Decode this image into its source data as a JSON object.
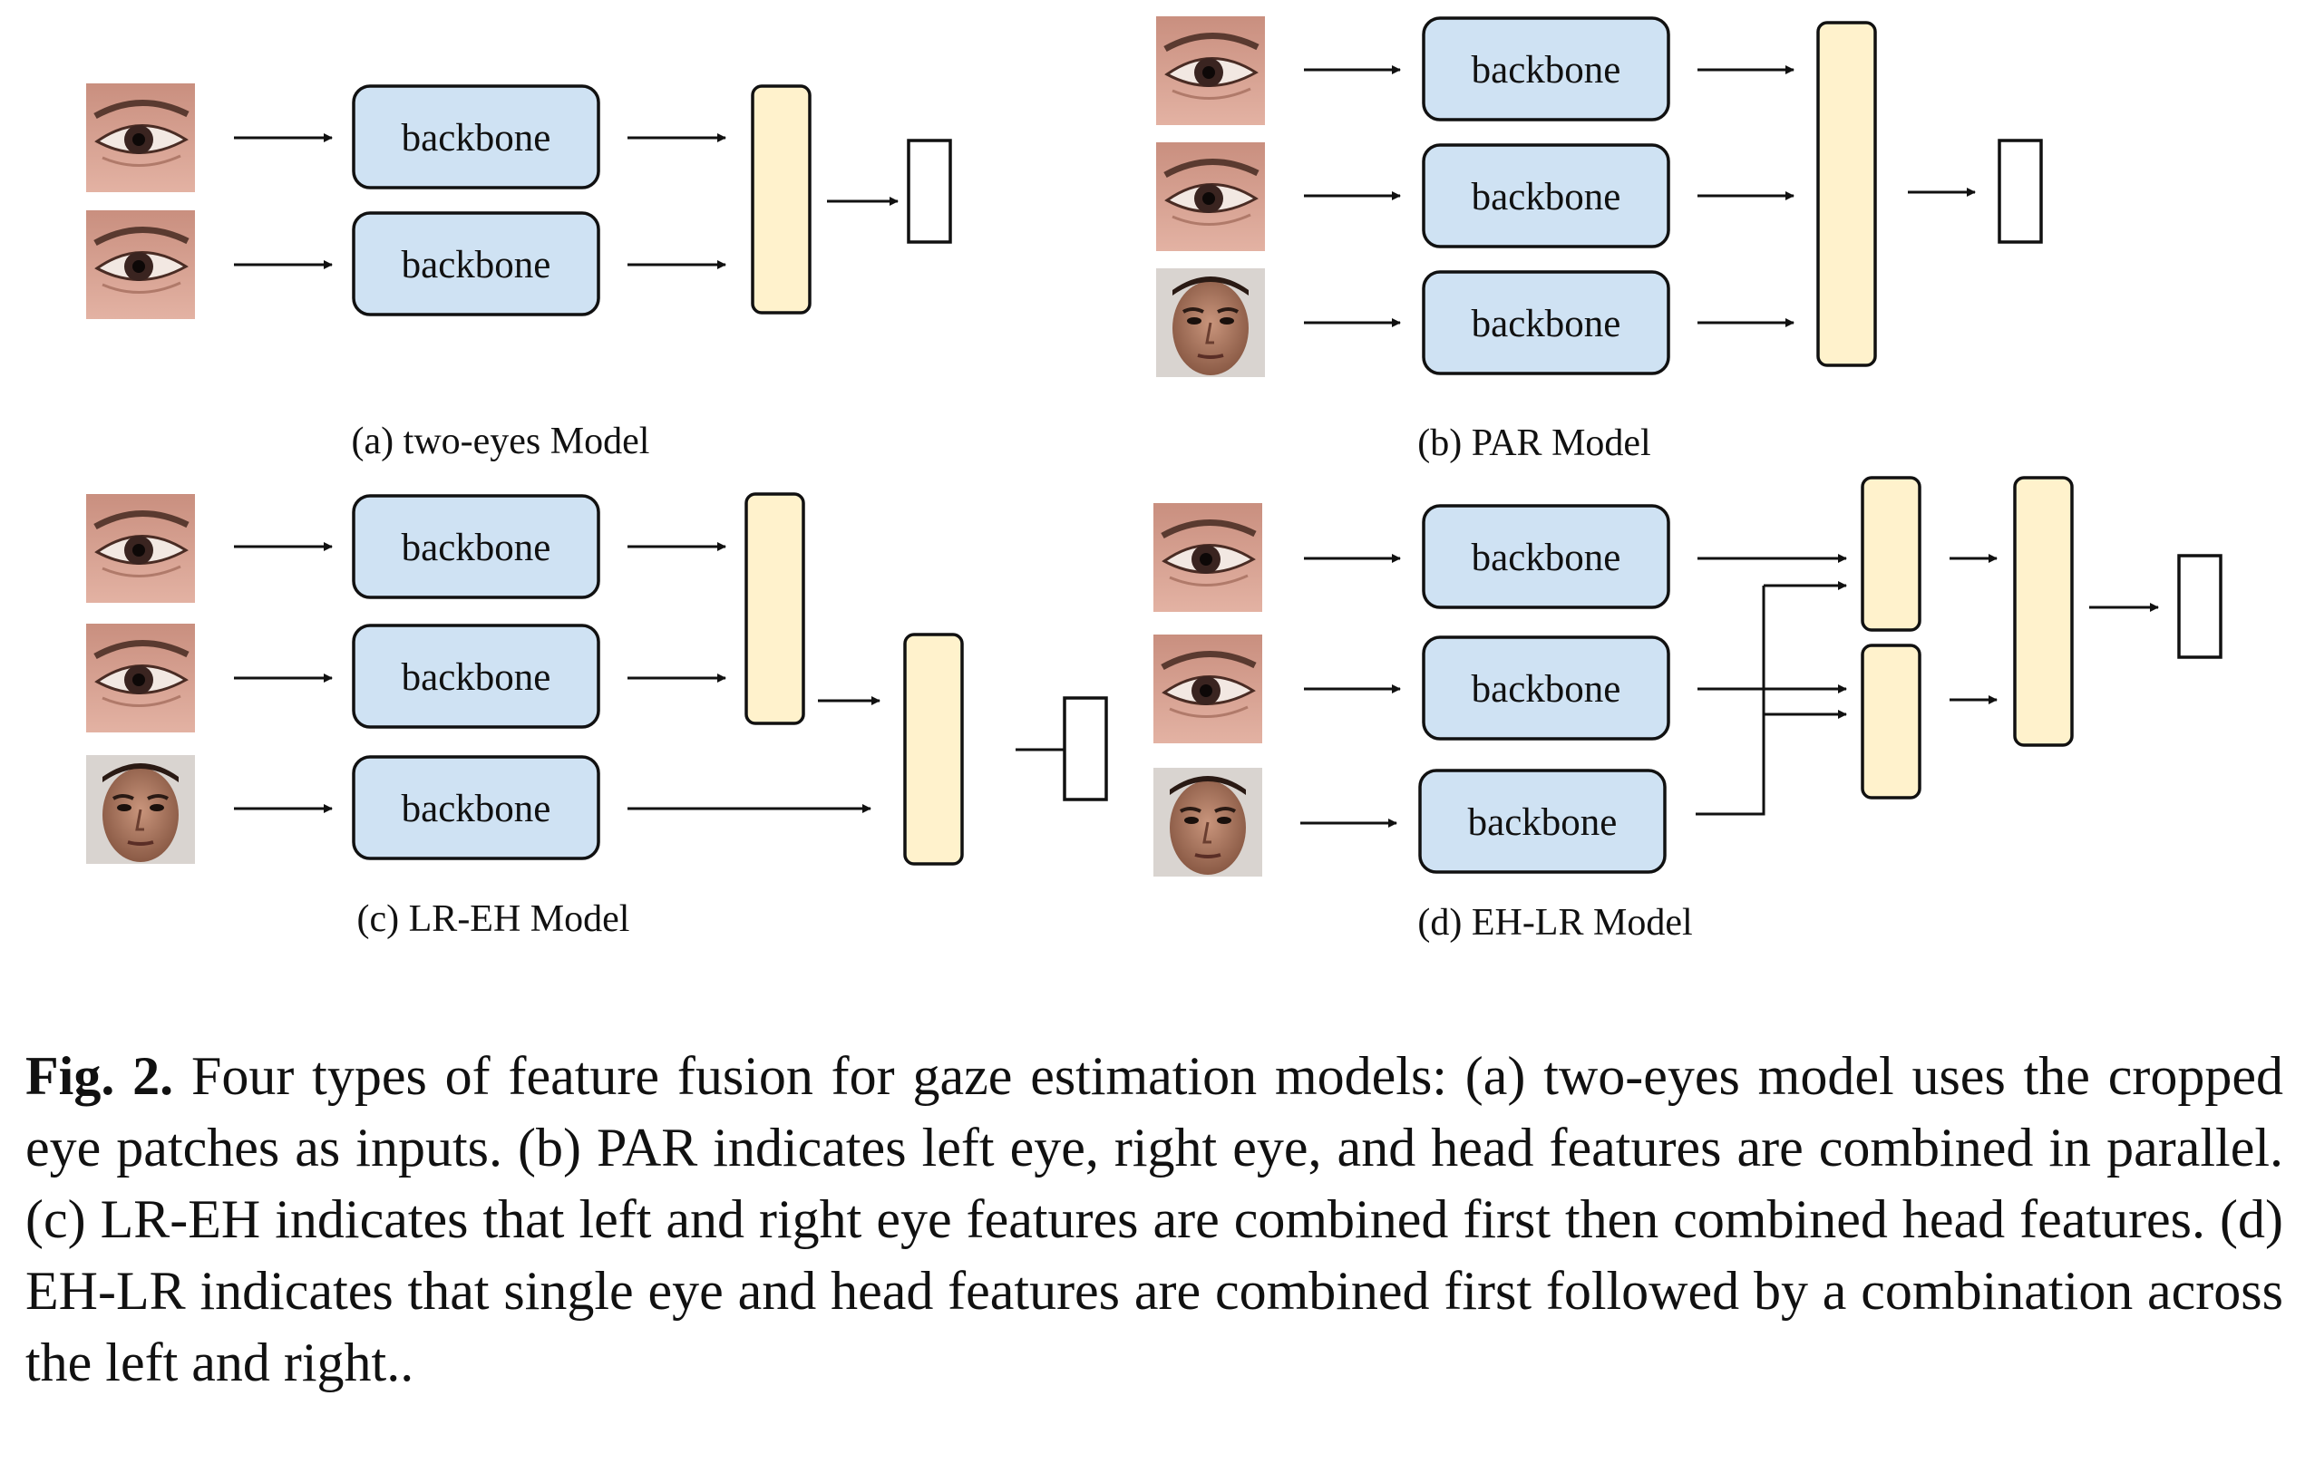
{
  "colors": {
    "backbone_fill": "#cfe2f3",
    "fusion_fill": "#fff2cc",
    "stroke": "#111111"
  },
  "backbone_label": "backbone",
  "panels": {
    "a": {
      "caption": "(a) two-eyes Model",
      "inputs": [
        "left-eye-photo",
        "right-eye-photo"
      ]
    },
    "b": {
      "caption": "(b) PAR Model",
      "inputs": [
        "left-eye-photo",
        "right-eye-photo",
        "face-photo"
      ]
    },
    "c": {
      "caption": "(c) LR-EH Model",
      "inputs": [
        "left-eye-photo",
        "right-eye-photo",
        "face-photo"
      ]
    },
    "d": {
      "caption": "(d) EH-LR Model",
      "inputs": [
        "left-eye-photo",
        "right-eye-photo",
        "face-photo"
      ]
    }
  },
  "caption": {
    "label": "Fig. 2.",
    "text": "Four types of feature fusion for gaze estimation models: (a) two-eyes model uses the cropped eye patches as inputs. (b) PAR indicates left eye, right eye, and head features are combined in parallel. (c) LR-EH indicates that left and right eye features are combined first then combined head features. (d) EH-LR indicates that single eye and head features are combined first followed by a combination across the left and right.."
  }
}
